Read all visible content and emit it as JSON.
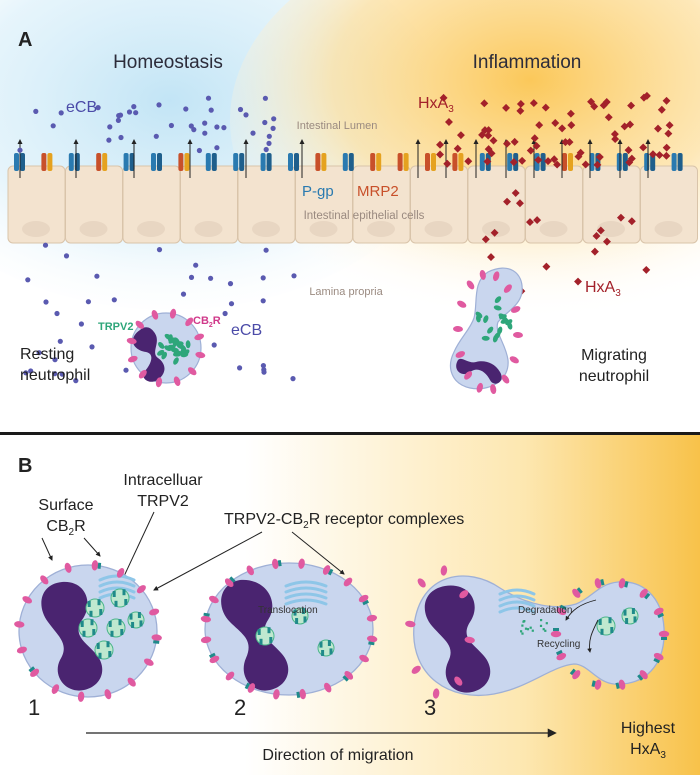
{
  "panel_a": {
    "letter": "A",
    "titles": {
      "homeostasis": "Homeostasis",
      "inflammation": "Inflammation"
    },
    "labels": {
      "ecb_top": "eCB",
      "ecb_bottom": "eCB",
      "hxa3_top": {
        "main": "HxA",
        "sub": "3"
      },
      "hxa3_mid": {
        "main": "HxA",
        "sub": "3"
      },
      "intestinal_lumen": "Intestinal Lumen",
      "pgp": "P-gp",
      "mrp2": "MRP2",
      "epithelial_cells": "Intestinal epithelial cells",
      "lamina_propria": "Lamina propria",
      "trpv2": "TRPV2",
      "cb2r": {
        "pre": "CB",
        "sub": "2",
        "post": "R"
      },
      "resting_line1": "Resting",
      "resting_line2": "neutrophil",
      "migrating_line1": "Migrating",
      "migrating_line2": "neutrophil"
    }
  },
  "panel_b": {
    "letter": "B",
    "labels": {
      "surface_line1": "Surface",
      "surface_cb2r": {
        "pre": "CB",
        "sub": "2",
        "post": "R"
      },
      "intracellular_line1": "Intracelluar",
      "intracellular_line2": "TRPV2",
      "complexes": {
        "pre": "TRPV2-CB",
        "sub": "2",
        "post": "R receptor complexes"
      },
      "translocation": "Translocation",
      "degradation": "Degradation",
      "recycling": "Recycling",
      "stage_1": "1",
      "stage_2": "2",
      "stage_3": "3",
      "highest_line1": "Highest",
      "highest_hxa3": {
        "main": "HxA",
        "sub": "3"
      },
      "direction": "Direction of migration"
    }
  },
  "colors": {
    "homeostasis_glow": "#bfe3f5",
    "inflammation_glow": "#fbc85a",
    "ecb_dot": "#5a5ab0",
    "hxa3_diamond": "#a3212a",
    "pgp": "#2a7ab0",
    "mrp2": "#c8502a",
    "cell_fill": "#c9d6ee",
    "nucleus": "#4a2470",
    "trpv2": "#2ea67a",
    "cb2r": "#e05aa0",
    "epithelium": "#f3e3cf"
  }
}
